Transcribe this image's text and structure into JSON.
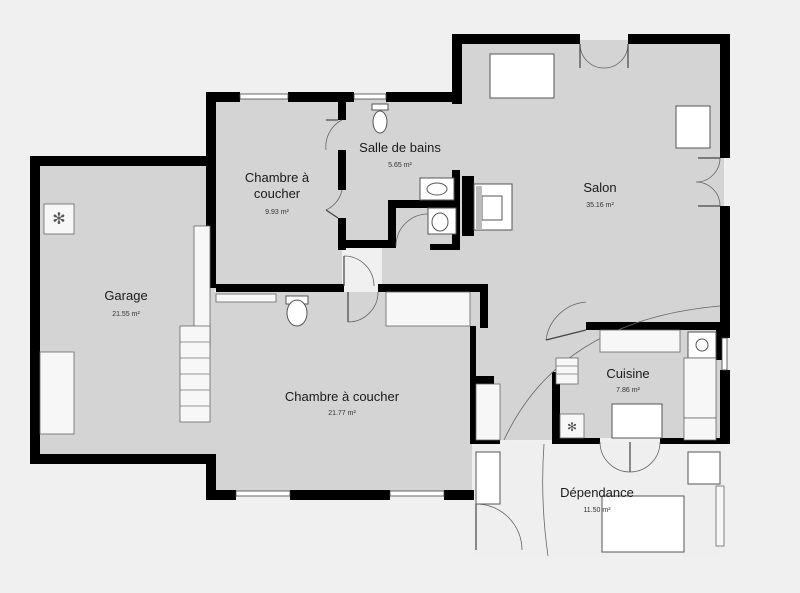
{
  "rooms": {
    "garage": {
      "name": "Garage",
      "area": "21.55 m²"
    },
    "chambre_1": {
      "name_line1": "Chambre à",
      "name_line2": "coucher",
      "area": "9.93 m²"
    },
    "salle_de_bains": {
      "name": "Salle de bains",
      "area": "5.65 m²"
    },
    "salon": {
      "name": "Salon",
      "area": "35.16 m²"
    },
    "chambre_2": {
      "name": "Chambre à coucher",
      "area": "21.77 m²"
    },
    "cuisine": {
      "name": "Cuisine",
      "area": "7.86 m²"
    },
    "dependance": {
      "name": "Dépendance",
      "area": "11.50 m²"
    }
  },
  "colors": {
    "background": "#f0f0f0",
    "floor": "#d4d4d4",
    "wall": "#000000",
    "exterior_floor": "#efefef"
  }
}
